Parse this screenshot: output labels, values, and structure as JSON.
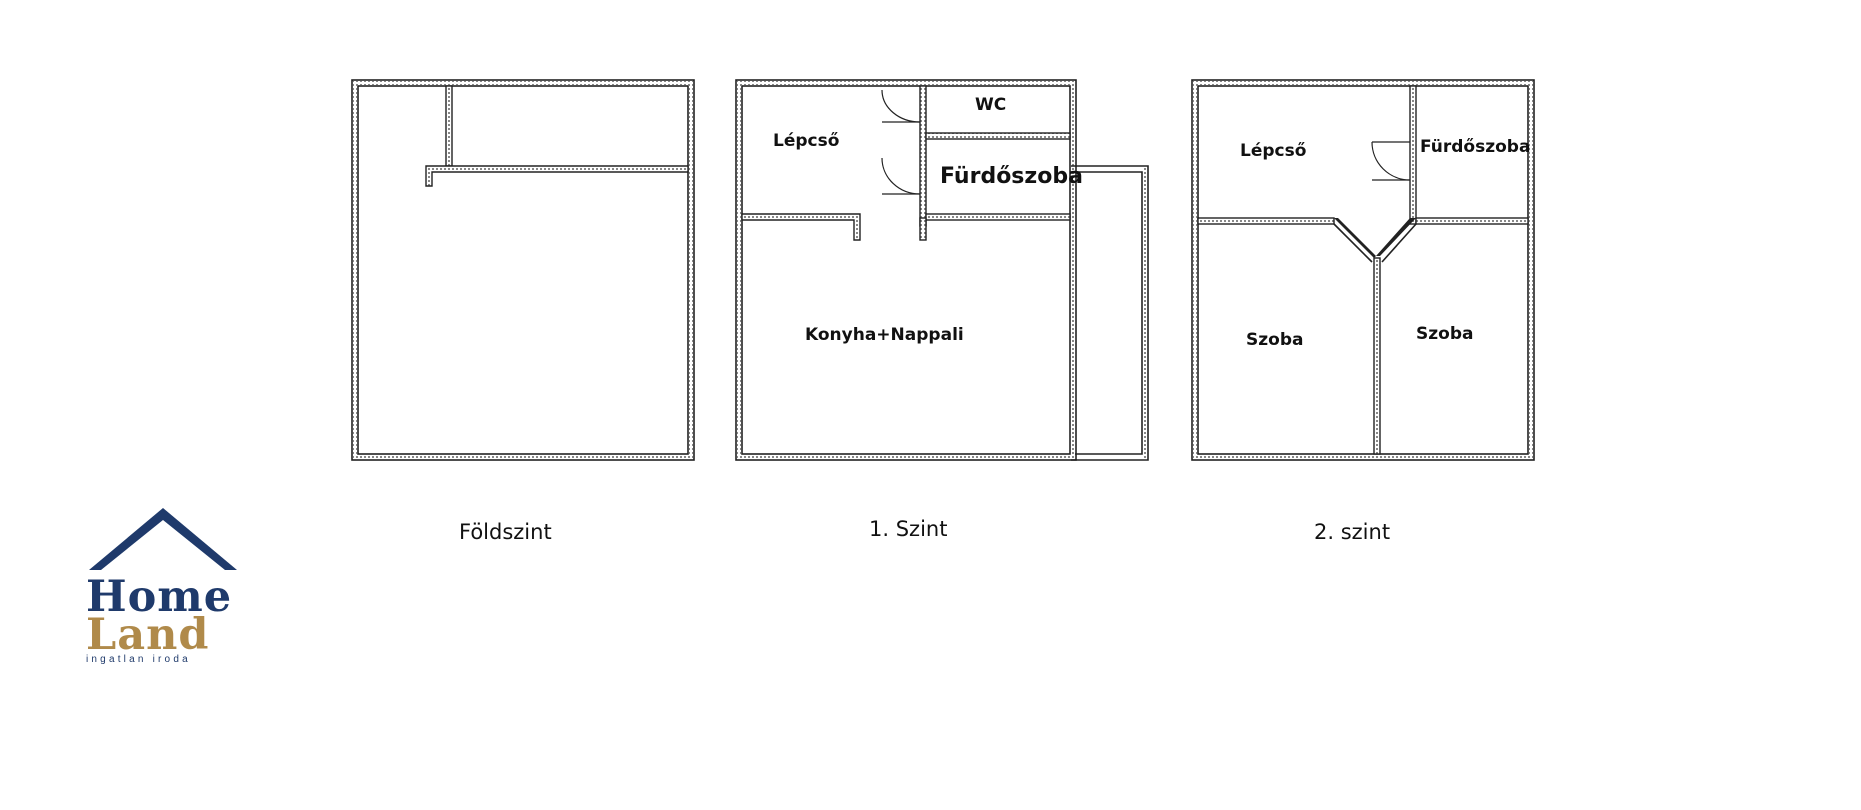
{
  "levels": [
    {
      "caption": "Földszint",
      "rooms": []
    },
    {
      "caption": "1. Szint",
      "rooms": [
        "Lépcső",
        "WC",
        "Fürdőszoba",
        "Konyha+Nappali"
      ]
    },
    {
      "caption": "2. szint",
      "rooms": [
        "Lépcső",
        "Fürdőszoba",
        "Szoba",
        "Szoba"
      ]
    }
  ],
  "logo": {
    "word1": "Home",
    "word2": "Land",
    "tagline": "ingatlan iroda",
    "colors": {
      "roof": "#1f3a6b",
      "home": "#1f3a6b",
      "land": "#b08a4a"
    }
  },
  "colors": {
    "wall": "#222222",
    "background": "#ffffff"
  }
}
